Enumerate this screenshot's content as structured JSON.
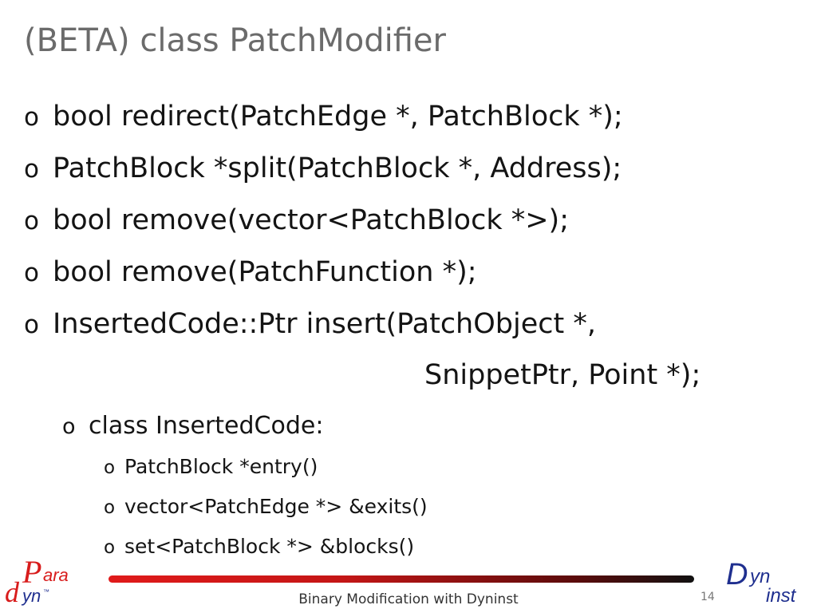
{
  "slide": {
    "title": "(BETA) class PatchModifier",
    "bullet_marker": "o",
    "bullets": [
      "bool redirect(PatchEdge *, PatchBlock *);",
      "PatchBlock *split(PatchBlock *, Address);",
      "bool remove(vector<PatchBlock *>);",
      "bool remove(PatchFunction *);",
      "InsertedCode::Ptr insert(PatchObject *,"
    ],
    "continuation": "SnippetPtr, Point *);",
    "sub_bullet": "class InsertedCode:",
    "sub_sub_bullets": [
      "PatchBlock *entry()",
      "vector<PatchEdge *> &exits()",
      "set<PatchBlock *> &blocks()"
    ]
  },
  "footer": {
    "text": "Binary Modification with Dyninst",
    "page_number": "14",
    "logo_left": {
      "line1": "ara",
      "line2": "yn",
      "initial_top": "P",
      "initial_bottom": "d",
      "tm": "™"
    },
    "logo_right": {
      "initial": "D",
      "line1": "yn",
      "line2": "inst"
    }
  },
  "colors": {
    "accent_red": "#d81c1c",
    "logo_blue": "#1f2f8f",
    "title_gray": "#6b6b6b"
  }
}
